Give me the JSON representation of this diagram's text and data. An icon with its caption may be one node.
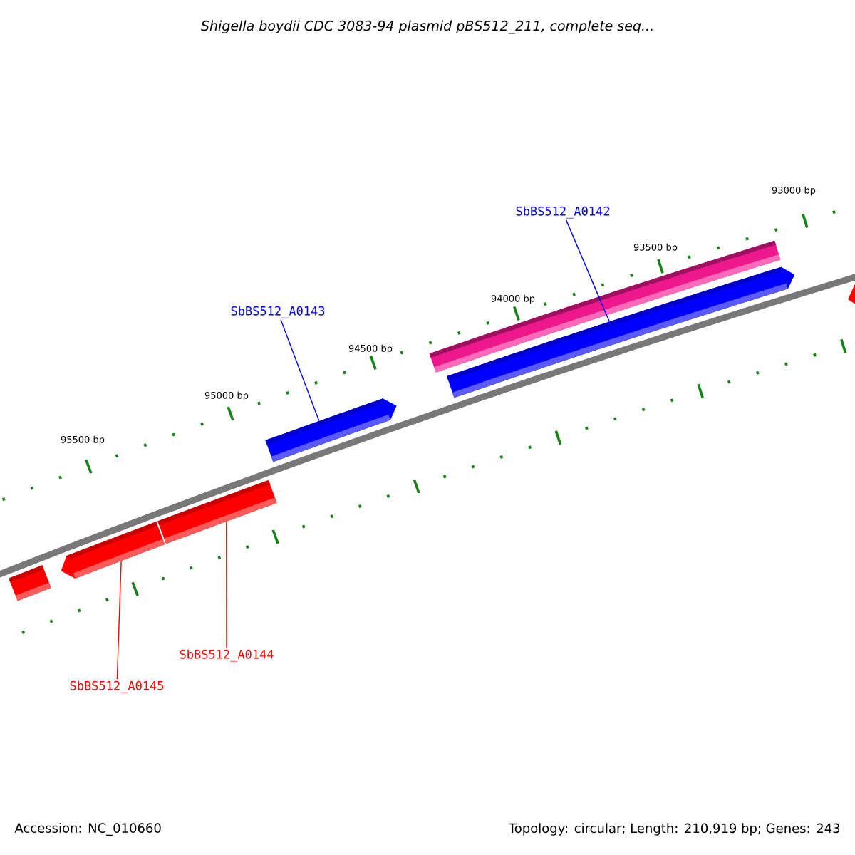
{
  "diagram": {
    "title": "Shigella boydii CDC 3083-94 plasmid pBS512_211, complete seq...",
    "nodes": [
      {
        "text": [
          "SbBS512_A0142"
        ]
      },
      {
        "text": [
          "SbBS512_A0143"
        ]
      },
      {
        "text": [
          "SbBS512_A0144"
        ]
      },
      {
        "text": [
          "SbBS512_A0145"
        ]
      },
      {
        "text": [],
        "shape": "bar"
      },
      {
        "text": [],
        "shape": "bar"
      },
      {
        "text": [],
        "shape": "bar"
      },
      {
        "text": [],
        "shape": "bar"
      },
      {
        "text": [],
        "shape": "bar"
      },
      {
        "text": [],
        "shape": "bar"
      },
      {
        "text": [],
        "shape": "bar"
      }
    ],
    "edges": [
      {
        "from": 0,
        "to": 5,
        "arrow": "none",
        "color": "#0000ff"
      },
      {
        "from": 1,
        "to": 6,
        "arrow": "none",
        "color": "#0000ff"
      },
      {
        "from": 2,
        "to": 7,
        "arrow": "none",
        "color": "#ff0000"
      },
      {
        "from": 3,
        "to": 8,
        "arrow": "none",
        "color": "#ff0000"
      }
    ],
    "labels": [
      "93000 bp",
      "93500 bp",
      "94000 bp",
      "94500 bp",
      "95000 bp",
      "95500 bp",
      "Accession: NC_010660",
      "Topology: circular; Length: 210,919 bp; Genes: 243"
    ]
  }
}
